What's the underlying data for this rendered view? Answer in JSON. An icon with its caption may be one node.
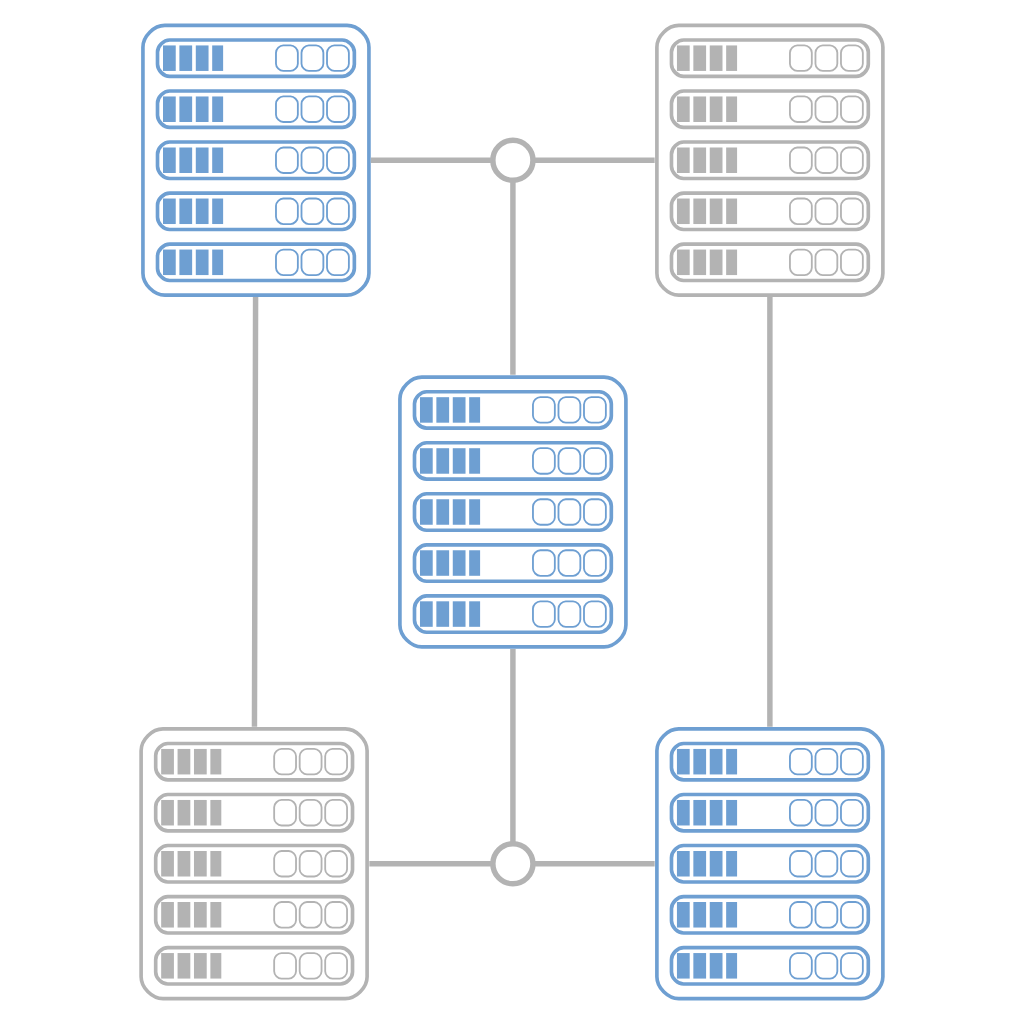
{
  "diagram": {
    "nodes": [
      {
        "text": [],
        "shape": "box"
      },
      {
        "text": [],
        "shape": "circle"
      },
      {
        "text": [],
        "shape": "box"
      },
      {
        "text": [],
        "shape": "box"
      },
      {
        "text": [],
        "shape": "box"
      },
      {
        "text": [],
        "shape": "circle"
      },
      {
        "text": [],
        "shape": "box"
      }
    ],
    "edges": [
      {
        "from": 0,
        "to": 1,
        "arrow": "none"
      },
      {
        "from": 1,
        "to": 2,
        "arrow": "none"
      },
      {
        "from": 1,
        "to": 3,
        "arrow": "none"
      },
      {
        "from": 0,
        "to": 4,
        "arrow": "none"
      },
      {
        "from": 2,
        "to": 6,
        "arrow": "none"
      },
      {
        "from": 3,
        "to": 5,
        "arrow": "none"
      },
      {
        "from": 4,
        "to": 5,
        "arrow": "none"
      },
      {
        "from": 5,
        "to": 6,
        "arrow": "none"
      }
    ]
  }
}
